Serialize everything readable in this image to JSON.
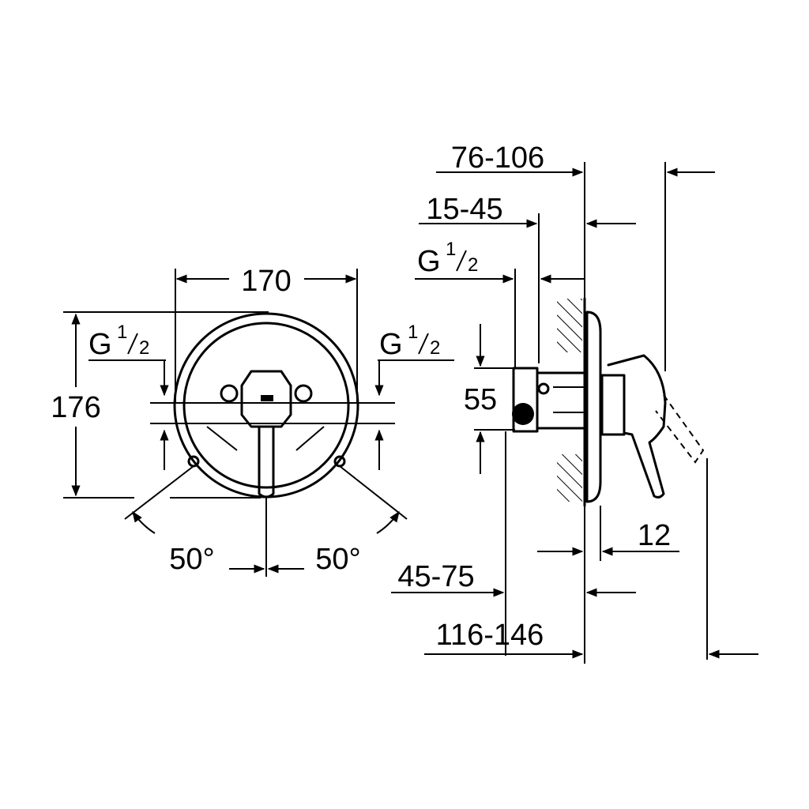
{
  "front_view": {
    "width_dim": "170",
    "height_dim": "176",
    "thread_left": {
      "g": "G",
      "num": "1",
      "den": "2"
    },
    "thread_right": {
      "g": "G",
      "num": "1",
      "den": "2"
    },
    "angle_left": "50°",
    "angle_right": "50°"
  },
  "side_view": {
    "depth_range_top": "76-106",
    "offset_range": "15-45",
    "thread": {
      "g": "G",
      "num": "1",
      "den": "2"
    },
    "spacing_dim": "55",
    "plate_dim": "12",
    "lower_range": "45-75",
    "total_range": "116-146"
  }
}
